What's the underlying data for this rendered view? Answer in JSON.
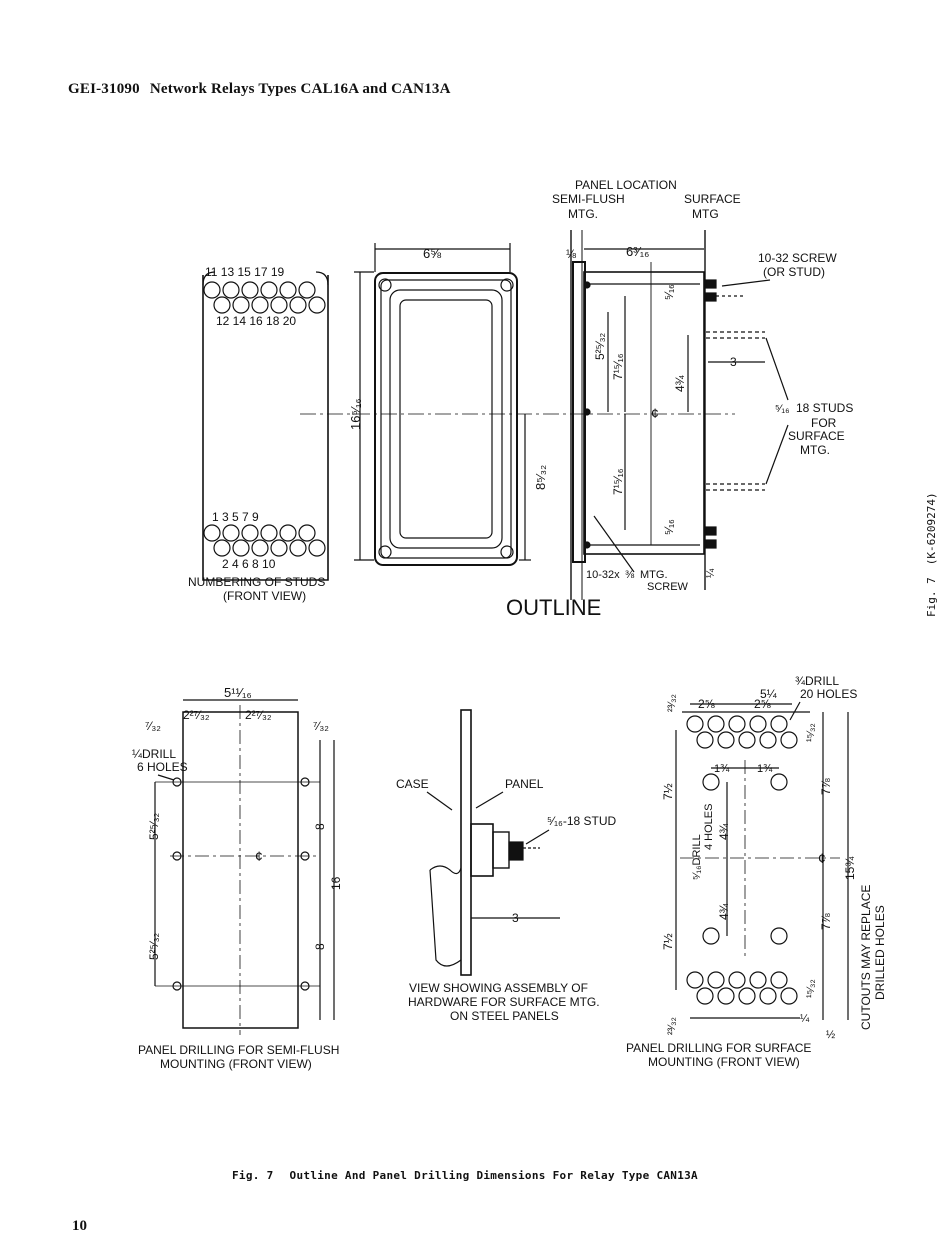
{
  "header": {
    "doc_number": "GEI-31090",
    "title": "Network Relays Types CAL16A and CAN13A"
  },
  "outline": {
    "title": "OUTLINE",
    "panel_location": "PANEL LOCATION",
    "semi_flush": "SEMI-FLUSH",
    "mtg": "MTG.",
    "surface": "SURFACE",
    "surface_mtg": "MTG",
    "screw_note_1": "10-32 SCREW",
    "screw_note_2": "(OR STUD)",
    "studs_note_1": "18 STUDS",
    "studs_note_2": "FOR",
    "studs_note_3": "SURFACE",
    "studs_note_4": "MTG.",
    "mtg_screw_1": "10-32x",
    "mtg_screw_2": "MTG.",
    "mtg_screw_3": "SCREW",
    "stud_numbers_top_odd": "11 13 15 17 19",
    "stud_numbers_top_even": "12 14 16 18 20",
    "stud_numbers_bottom_odd": "1  3  5  7  9",
    "stud_numbers_bottom_even": "2  4  6  8  10",
    "numbering_caption_1": "NUMBERING OF STUDS",
    "numbering_caption_2": "(FRONT VIEW)",
    "dim_width": "6⅝",
    "dim_height": "16⁵⁄₁₆",
    "dim_half": "8⁵⁄₃₂",
    "dim_depth": "6³⁄₁₆",
    "dim_flange": "⅛",
    "dim_5_16a": "⁵⁄₁₆",
    "dim_5_25_32": "5²⁵⁄₃₂",
    "dim_7_15_16a": "7¹⁵⁄₁₆",
    "dim_4_3_4": "4¾",
    "dim_3": "3",
    "dim_stud": "⁵⁄₁₆",
    "dim_7_15_16b": "7¹⁵⁄₁₆",
    "dim_5_16b": "⁵⁄₁₆",
    "dim_screw_len": "⅜",
    "dim_1_4": "¼"
  },
  "semi_flush": {
    "dim_5_11_16": "5¹¹⁄₁₆",
    "dim_2_27_32a": "2²⁷⁄₃₂",
    "dim_2_27_32b": "2²⁷⁄₃₂",
    "dim_7_32a": "⁷⁄₃₂",
    "dim_7_32b": "⁷⁄₃₂",
    "drill_1": "¼DRILL",
    "drill_2": "6 HOLES",
    "dim_5_25_32a": "5²⁵⁄₃₂",
    "dim_5_25_32b": "5²⁵⁄₃₂",
    "dim_8a": "8",
    "dim_8b": "8",
    "dim_16": "16",
    "caption_1": "PANEL DRILLING FOR SEMI-FLUSH",
    "caption_2": "MOUNTING (FRONT VIEW)"
  },
  "assembly": {
    "case": "CASE",
    "panel": "PANEL",
    "stud": "⁵⁄₁₆-18 STUD",
    "dim_3": "3",
    "caption_1": "VIEW SHOWING ASSEMBLY OF",
    "caption_2": "HARDWARE FOR SURFACE MTG.",
    "caption_3": "ON STEEL PANELS"
  },
  "surface_drill": {
    "drill_top_1": "¾DRILL",
    "drill_top_2": "20 HOLES",
    "dim_5_1_4": "5¼",
    "dim_2_5_8a": "2⅝",
    "dim_2_5_8b": "2⅝",
    "dim_23_32a": "²³⁄₃₂",
    "dim_15_32a": "¹⁵⁄₃₂",
    "dim_1_3_4a": "1¾",
    "dim_1_3_4b": "1¾",
    "drill_holes_1": "⁵⁄₁₆DRILL",
    "drill_holes_2": "4 HOLES",
    "dim_7_1_2a": "7½",
    "dim_7_1_2b": "7½",
    "dim_4_3_4a": "4¾",
    "dim_4_3_4b": "4¾",
    "dim_7_7_8a": "7⅞",
    "dim_7_7_8b": "7⅞",
    "dim_15_3_4": "15¾",
    "dim_15_32b": "¹⁵⁄₃₂",
    "dim_23_32b": "²³⁄₃₂",
    "dim_1_4": "¼",
    "dim_1_2": "½",
    "cutouts_1": "CUTOUTS MAY REPLACE",
    "cutouts_2": "DRILLED HOLES",
    "caption_1": "PANEL DRILLING FOR SURFACE",
    "caption_2": "MOUNTING (FRONT VIEW)"
  },
  "caption": {
    "fig": "Fig. 7",
    "text": "Outline And Panel Drilling Dimensions For Relay Type CAN13A"
  },
  "side_label": {
    "fig": "Fig. 7",
    "ref": "(K-6209274)"
  },
  "page_number": "10"
}
